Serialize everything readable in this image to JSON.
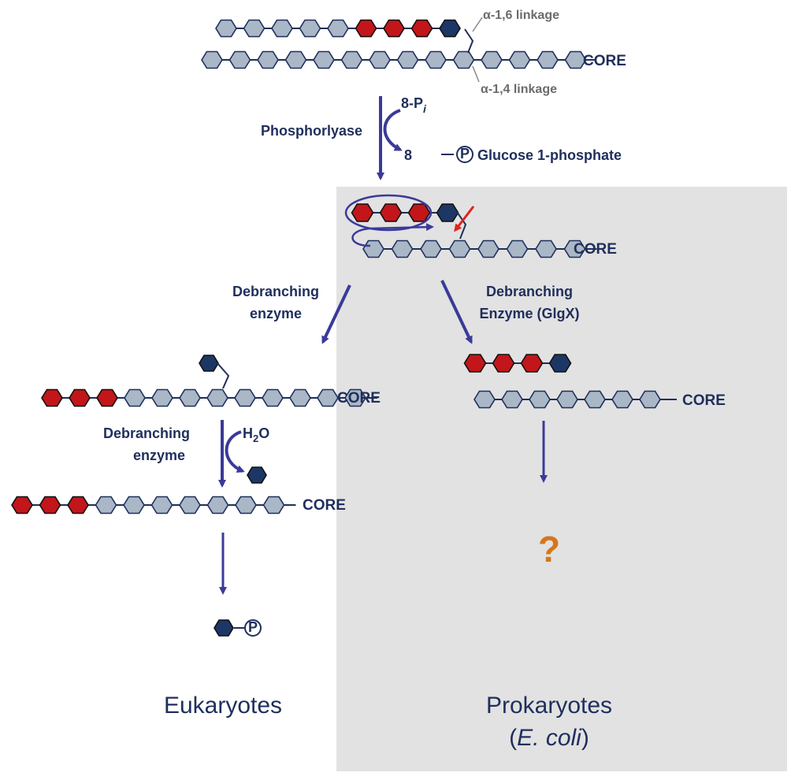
{
  "colors": {
    "chain_blue": "#1f2f5c",
    "light_glucose": "#a9b7c6",
    "red_glucose": "#c2161b",
    "dark_glucose": "#1c3766",
    "arrow": "#3a3a9a",
    "red_arrow": "#e0231c",
    "panel": "#e2e2e2",
    "question": "#d6761a"
  },
  "labels": {
    "alpha16": "α-1,6 linkage",
    "alpha14": "α-1,4 linkage",
    "core": "CORE",
    "phosphorylase": "Phosphorlyase",
    "pi_prefix": "8-P",
    "pi_sub": "i",
    "eight": "8",
    "p_symbol": "P",
    "glucose1p": "Glucose 1-phosphate",
    "debranching_line1": "Debranching",
    "debranching_line2": "enzyme",
    "glgx_line1": "Debranching",
    "glgx_line2": "Enzyme (GlgX)",
    "h2o_h": "H",
    "h2o_sub": "2",
    "h2o_o": "O",
    "eukaryotes": "Eukaryotes",
    "prokaryotes": "Prokaryotes",
    "ecoli_open": "(",
    "ecoli_italic": "E. coli",
    "ecoli_close": ")",
    "question": "?"
  }
}
